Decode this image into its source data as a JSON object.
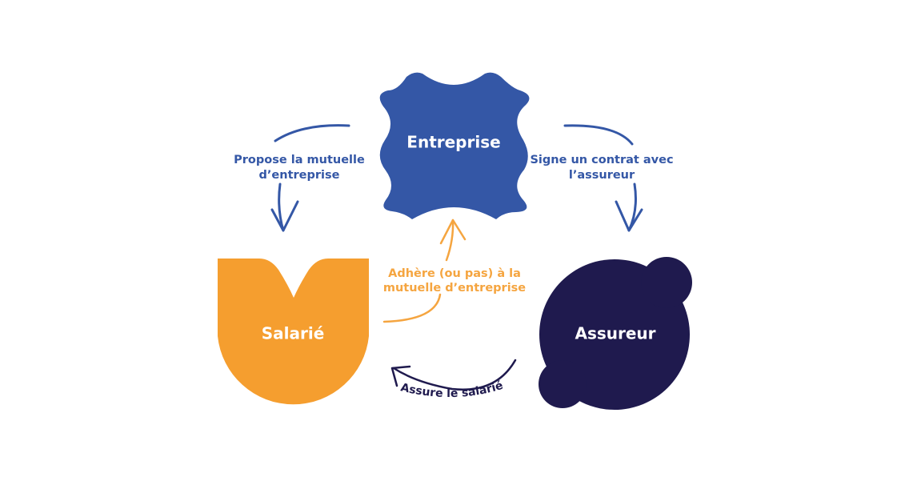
{
  "colors": {
    "entreprise": "#3457A6",
    "salarie": "#F59E2F",
    "assureur": "#1F1A4E",
    "background": "#FFFFFF"
  },
  "nodes": {
    "entreprise": {
      "label": "Entreprise"
    },
    "salarie": {
      "label": "Salarié"
    },
    "assureur": {
      "label": "Assureur"
    }
  },
  "edges": {
    "propose": {
      "line1": "Propose la mutuelle",
      "line2": "d’entreprise"
    },
    "signe": {
      "line1": "Signe un contrat avec",
      "line2": "l’assureur"
    },
    "adhere": {
      "line1": "Adhère (ou pas) à la",
      "line2": "mutuelle d’entreprise"
    },
    "assure": {
      "label": "Assure le salarié"
    }
  }
}
